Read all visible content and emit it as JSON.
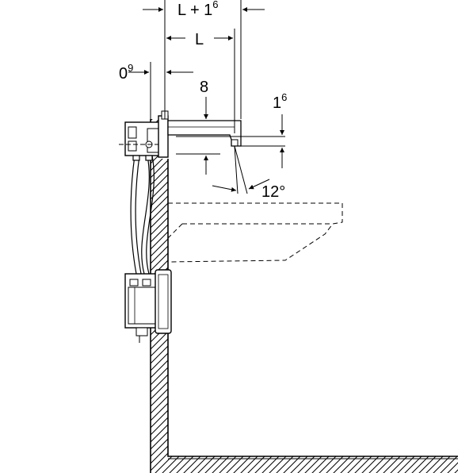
{
  "dimensions": {
    "total_length": {
      "base": "L + 1",
      "sup": "6"
    },
    "length": {
      "base": "L"
    },
    "wall_offset": {
      "base": "0",
      "sup": "9"
    },
    "spout_height": {
      "base": "8"
    },
    "outlet_height": {
      "base": "1",
      "sup": "6"
    },
    "angle": {
      "base": "12°"
    }
  },
  "colors": {
    "line": "#000000",
    "background": "#ffffff"
  }
}
